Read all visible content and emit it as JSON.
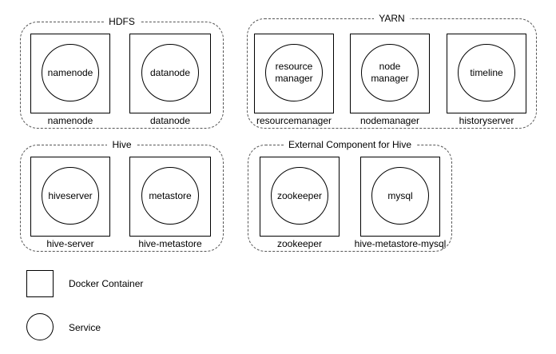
{
  "groups": {
    "hdfs": {
      "title": "HDFS"
    },
    "yarn": {
      "title": "YARN"
    },
    "hive": {
      "title": "Hive"
    },
    "external": {
      "title": "External Component for Hive"
    }
  },
  "containers": {
    "namenode": {
      "service": "namenode",
      "label": "namenode"
    },
    "datanode": {
      "service": "datanode",
      "label": "datanode"
    },
    "resourcemanager": {
      "service": "resource\nmanager",
      "label": "resourcemanager"
    },
    "nodemanager": {
      "service": "node\nmanager",
      "label": "nodemanager"
    },
    "historyserver": {
      "service": "timeline",
      "label": "historyserver"
    },
    "hiveserver": {
      "service": "hiveserver",
      "label": "hive-server"
    },
    "metastore": {
      "service": "metastore",
      "label": "hive-metastore"
    },
    "zookeeper": {
      "service": "zookeeper",
      "label": "zookeeper"
    },
    "mysql": {
      "service": "mysql",
      "label": "hive-metastore-mysql"
    }
  },
  "legend": {
    "container": "Docker Container",
    "service": "Service"
  }
}
